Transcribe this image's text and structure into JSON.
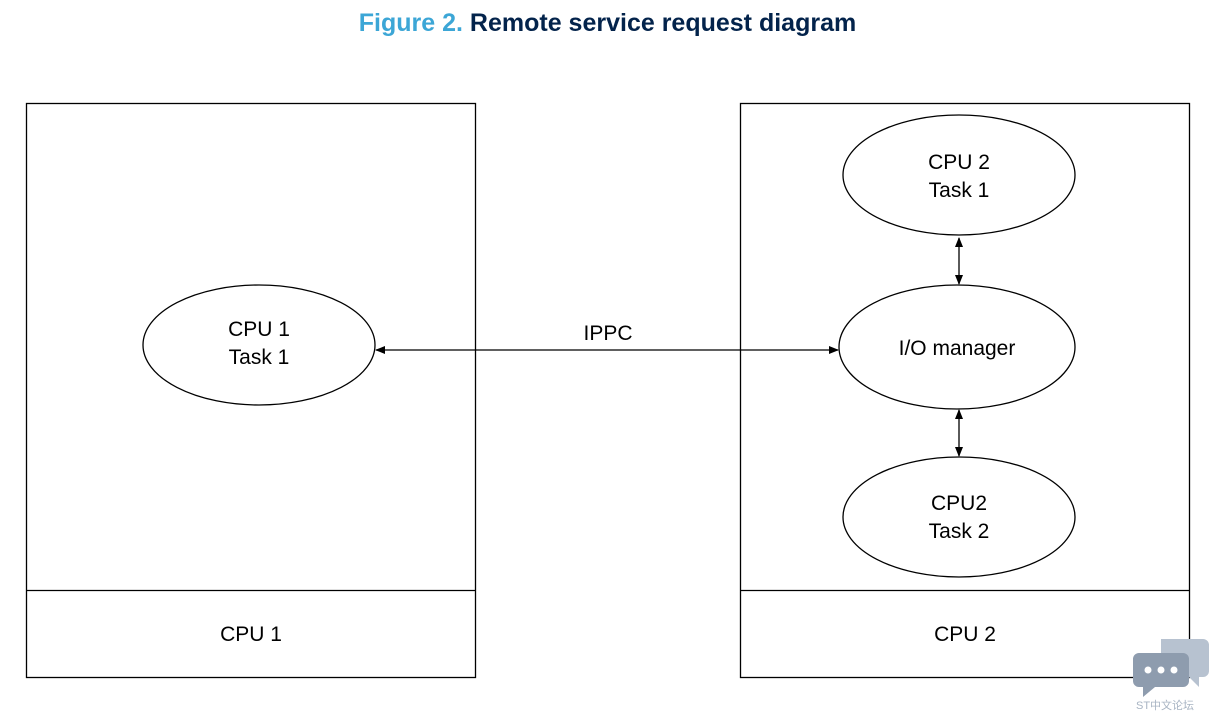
{
  "figure": {
    "number": "Figure 2.",
    "title": "Remote service request diagram"
  },
  "diagram": {
    "cpu1": {
      "footer_label": "CPU 1",
      "task": {
        "line1": "CPU 1",
        "line2": "Task 1"
      }
    },
    "cpu2": {
      "footer_label": "CPU 2",
      "task1": {
        "line1": "CPU 2",
        "line2": "Task 1"
      },
      "io_manager": "I/O manager",
      "task2": {
        "line1": "CPU2",
        "line2": "Task 2"
      }
    },
    "ippc_label": "IPPC"
  },
  "watermark": {
    "text": "ST中文论坛",
    "colors": {
      "dark": "#8e9cae",
      "light": "#b7c2d0"
    }
  },
  "colors": {
    "figure_number": "#3ca6d6",
    "figure_title": "#03234b",
    "stroke": "#000000"
  }
}
